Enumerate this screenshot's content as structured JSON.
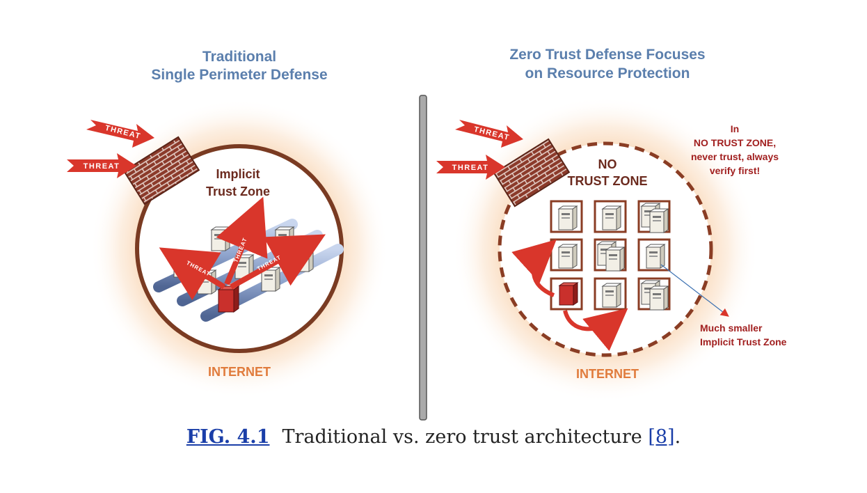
{
  "left_panel": {
    "title_line1": "Traditional",
    "title_line2": "Single Perimeter Defense",
    "threat_label": "THREAT",
    "zone_line1": "Implicit",
    "zone_line2": "Trust Zone",
    "internet_label": "INTERNET"
  },
  "right_panel": {
    "title_line1": "Zero Trust Defense Focuses",
    "title_line2": "on Resource Protection",
    "threat_label": "THREAT",
    "zone_line1": "NO",
    "zone_line2": "TRUST ZONE",
    "note_lines": [
      "In",
      "NO TRUST ZONE,",
      "never trust, always",
      "verify first!"
    ],
    "smaller_zone_line1": "Much smaller",
    "smaller_zone_line2": "Implicit Trust Zone",
    "internet_label": "INTERNET"
  },
  "caption": {
    "figure_label": "FIG. 4.1",
    "text": "Traditional vs. zero trust architecture",
    "reference": "[8]",
    "trailing": "."
  },
  "colors": {
    "title": "#5b7fad",
    "brick": "#8b3a2a",
    "threat_red": "#d9362b",
    "internet_orange": "#e07b3c",
    "ring_brown": "#7a3b22",
    "note_red": "#a11f1f"
  },
  "icons": [
    "firewall-brick-icon",
    "server-icon",
    "threat-arrow-icon"
  ]
}
